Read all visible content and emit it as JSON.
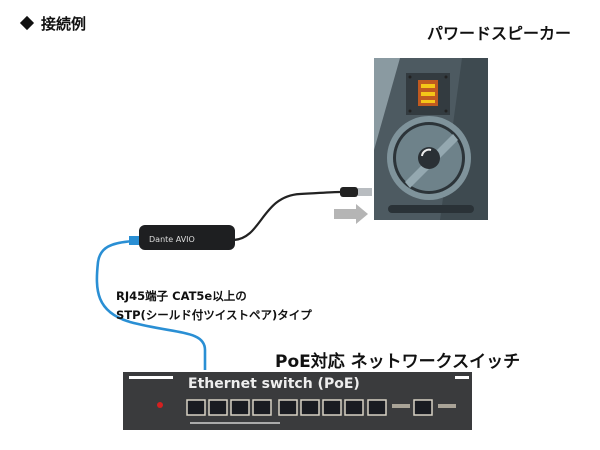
{
  "heading": {
    "icon": "diamond-icon",
    "title": "接続例"
  },
  "speaker": {
    "label": "パワードスピーカー"
  },
  "adapter": {
    "label": "Dante AVIO"
  },
  "cable": {
    "line1": "RJ45端子 CAT5e以上の",
    "line2": "STP(シールド付ツイストペア)タイプ",
    "color": "#2a8fd4"
  },
  "switch": {
    "label": "PoE対応 ネットワークスイッチ",
    "device_title": "Ethernet switch (PoE)",
    "port_count": 10,
    "body_color": "#3a3b3d"
  },
  "colors": {
    "speaker_body": "#5b6a72",
    "tweeter": "#f2a51a",
    "arrow": "#b5b5b5"
  }
}
